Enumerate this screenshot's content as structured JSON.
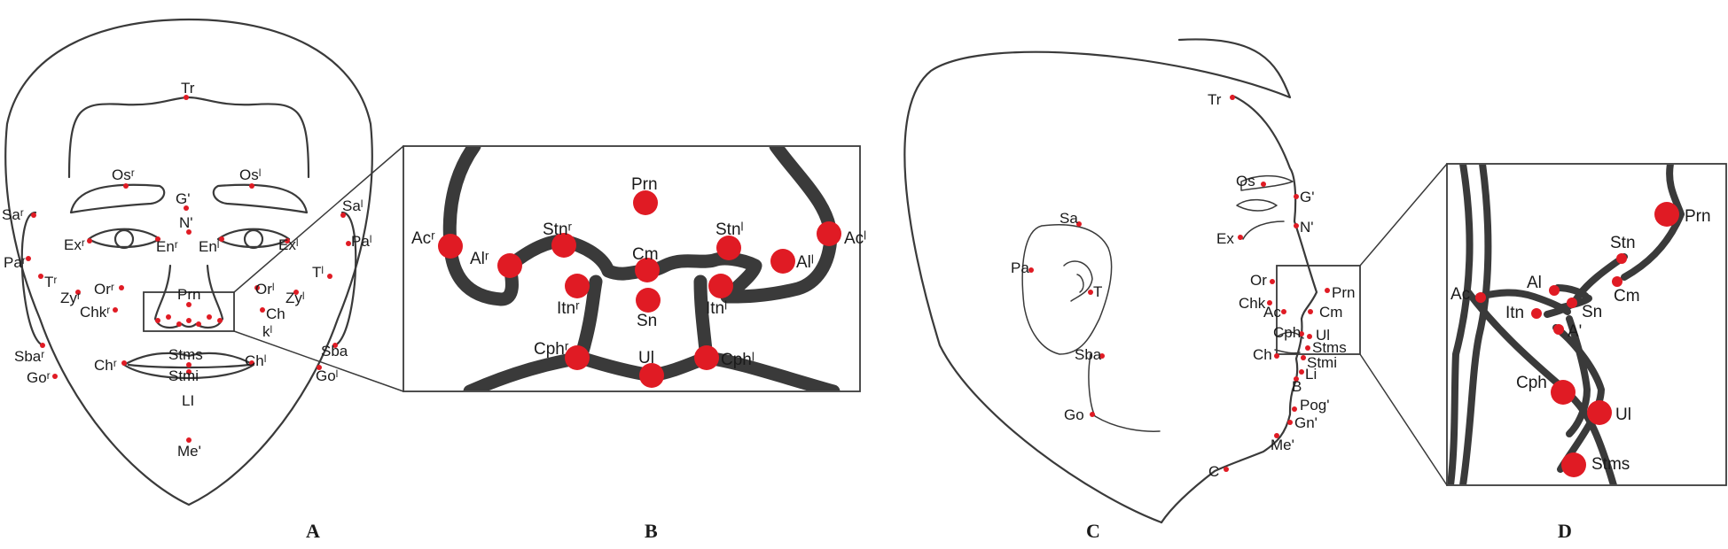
{
  "panels": {
    "a": "A",
    "b": "B",
    "c": "C",
    "d": "D"
  },
  "panel_a": {
    "tr": "Tr",
    "os_r": "Osʳ",
    "os_l": "Osˡ",
    "g": "G'",
    "n": "N'",
    "ex_r": "Exʳ",
    "ex_l": "Exˡ",
    "en_r": "Enʳ",
    "en_l": "Enˡ",
    "sa_r": "Saʳ",
    "sa_l": "Saˡ",
    "pa_r": "Paʳ",
    "pa_l": "Paˡ",
    "t_r": "Tʳ",
    "t_l": "Tˡ",
    "zy_r": "Zyʳ",
    "zy_l": "Zyˡ",
    "or_r": "Orʳ",
    "or_l": "Orˡ",
    "chk_r": "Chkʳ",
    "chk_l": "Ch",
    "k_l": "kˡ",
    "prn": "Prn",
    "sba_r": "Sbaʳ",
    "sba_l": "Sba",
    "go_r": "Goʳ",
    "go_l": "Goˡ",
    "ch_r": "Chʳ",
    "ch_l": "Chˡ",
    "stms": "Stms",
    "stmi": "Stmi",
    "li": "LI",
    "me": "Me'"
  },
  "panel_b": {
    "prn": "Prn",
    "ac_r": "Acʳ",
    "ac_l": "Acˡ",
    "al_r": "Alʳ",
    "al_l": "Alˡ",
    "stn_r": "Stnʳ",
    "stn_l": "Stnˡ",
    "cm": "Cm",
    "sn": "Sn",
    "itn_r": "Itnʳ",
    "itn_l": "Itnˡ",
    "cph_r": "Cphʳ",
    "cph_l": "Cphˡ",
    "ul": "Ul"
  },
  "panel_c": {
    "tr": "Tr",
    "os": "Os",
    "g": "G'",
    "ex": "Ex",
    "n": "N'",
    "sa": "Sa",
    "pa": "Pa",
    "t": "T",
    "or": "Or",
    "chk": "Chk",
    "ac": "Ac",
    "prn": "Prn",
    "cm": "Cm",
    "cph": "Cph",
    "ul": "Ul",
    "stms": "Stms",
    "ch": "Ch",
    "stmi": "Stmi",
    "li": "Li",
    "b": "B",
    "sba": "Sba",
    "pog": "Pog'",
    "gn": "Gn'",
    "go": "Go",
    "me": "Me'",
    "c": "C"
  },
  "panel_d": {
    "prn": "Prn",
    "stn": "Stn",
    "al": "Al",
    "cm": "Cm",
    "ac": "Ac",
    "itn": "Itn",
    "sn": "Sn",
    "a": "A'",
    "cph": "Cph",
    "ul": "Ul",
    "stms": "Stms"
  }
}
